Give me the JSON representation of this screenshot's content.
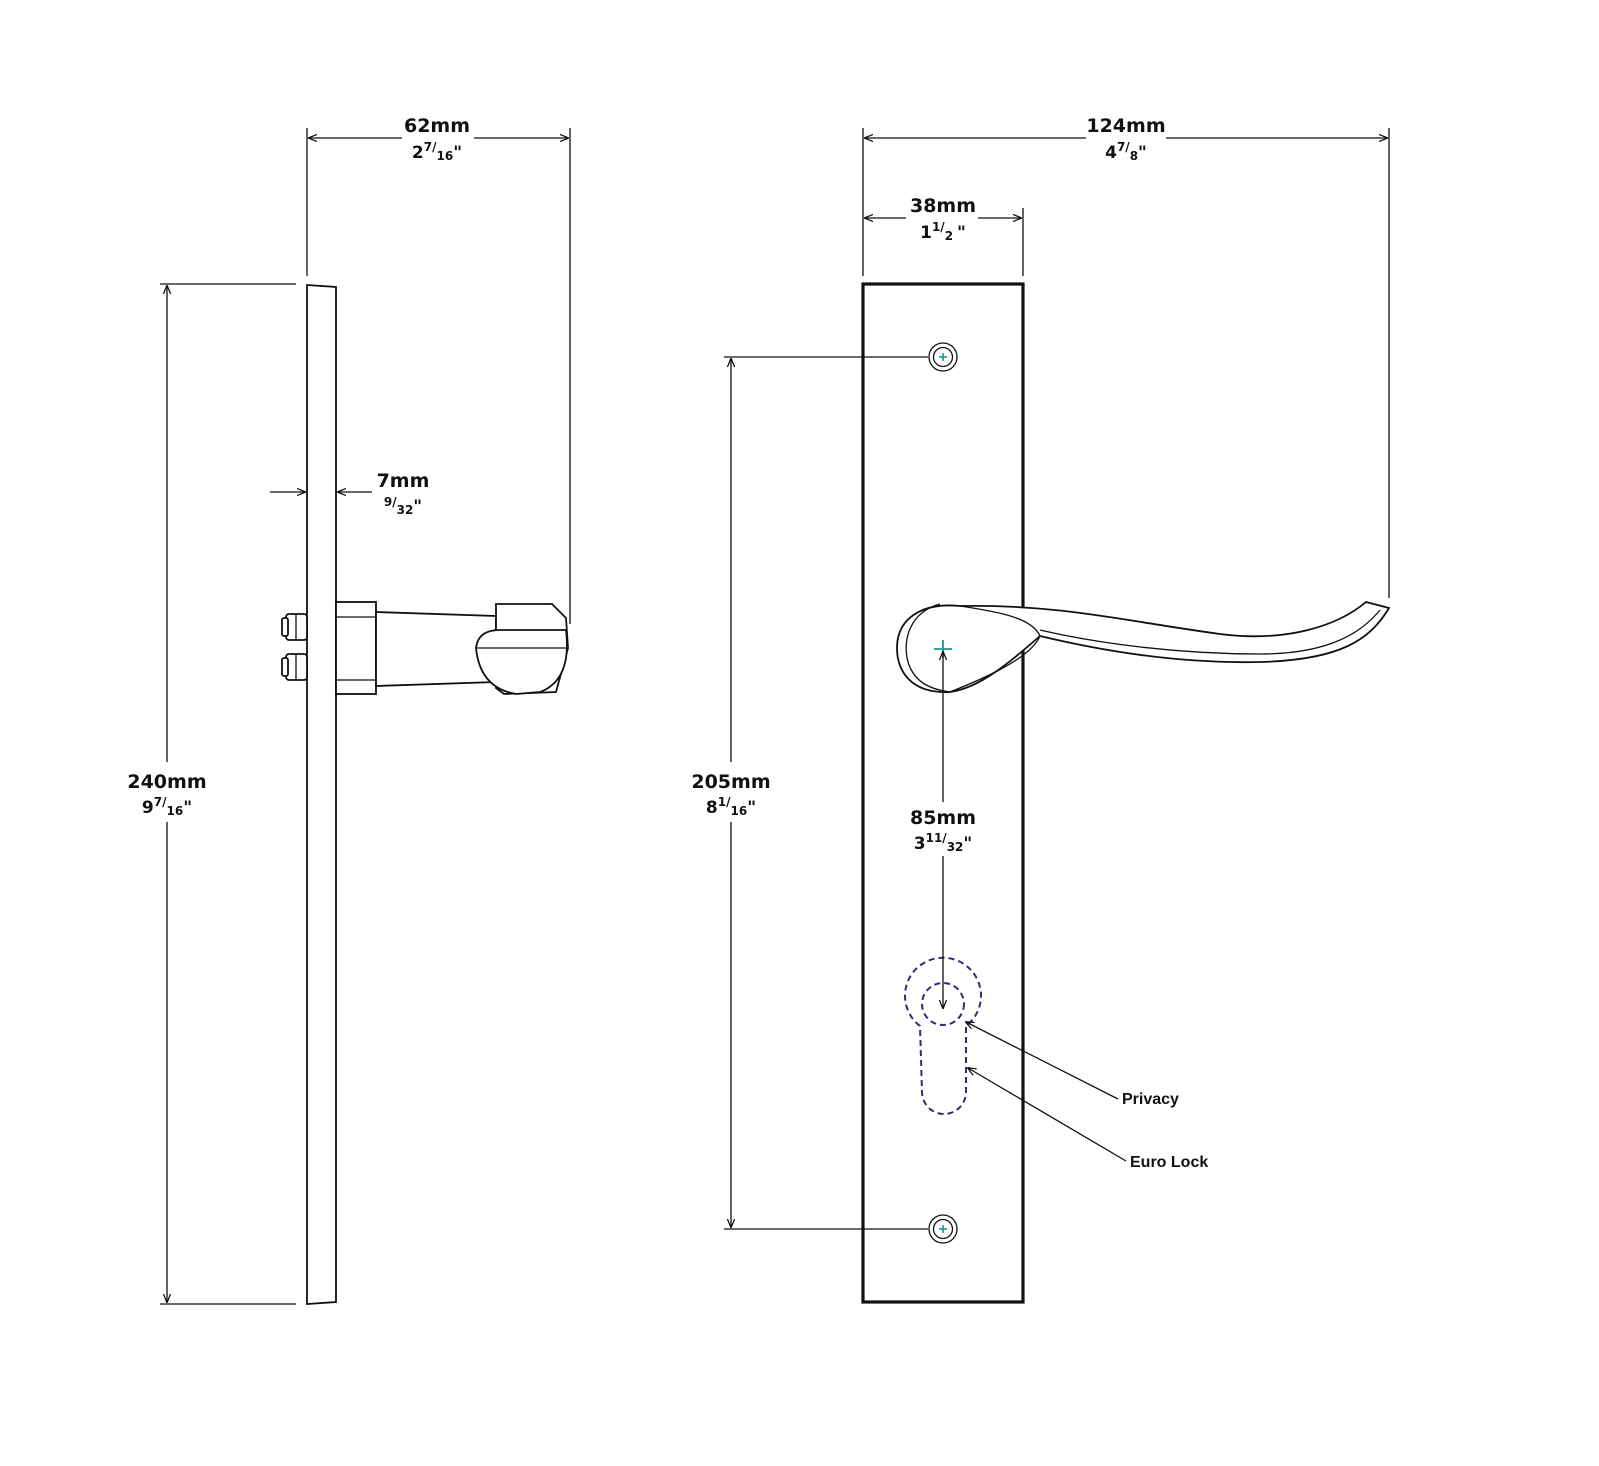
{
  "colors": {
    "line": "#111111",
    "screw_center": "#1a9a8a",
    "cutout": "#2a2f7a"
  },
  "side_view": {
    "depth": {
      "mm": "62mm",
      "whole": "2",
      "num": "7",
      "den": "16",
      "mark": "\""
    },
    "plate_thickness": {
      "mm": "7mm",
      "whole": "",
      "num": "9",
      "den": "32",
      "mark": "\""
    },
    "height": {
      "mm": "240mm",
      "whole": "9",
      "num": "7",
      "den": "16",
      "mark": "\""
    }
  },
  "front_view": {
    "projection": {
      "mm": "124mm",
      "whole": "4",
      "num": "7",
      "den": "8",
      "mark": "\""
    },
    "plate_width": {
      "mm": "38mm",
      "whole": "1",
      "num": "1",
      "den": "2",
      "mark": "\""
    },
    "screw_centers": {
      "mm": "205mm",
      "whole": "8",
      "num": "1",
      "den": "16",
      "mark": "\""
    },
    "backset": {
      "mm": "85mm",
      "whole": "3",
      "num": "11",
      "den": "32",
      "mark": "\""
    },
    "callouts": {
      "privacy": "Privacy",
      "euro_lock": "Euro Lock"
    }
  }
}
